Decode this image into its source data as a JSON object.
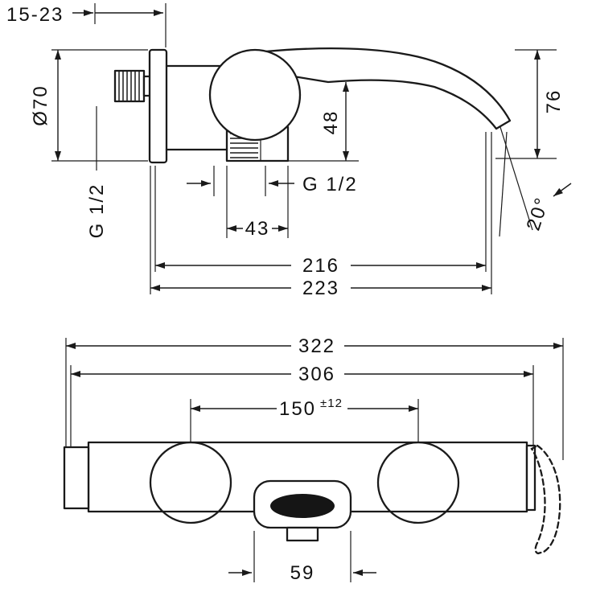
{
  "drawing": {
    "background": "#ffffff",
    "line_color": "#1a1a1a",
    "side_view": {
      "wall_range": "15-23",
      "flange_dia": "Ø70",
      "inlet_thread": "G 1/2",
      "spout_height": "48",
      "height": "76",
      "outlet_thread": "G 1/2",
      "outlet_width": "43",
      "angle": "20°",
      "reach": "216",
      "depth": "223"
    },
    "front_view": {
      "width": "322",
      "body_width": "306",
      "centers": "150",
      "tolerance": "±12",
      "spout_width": "59"
    }
  }
}
